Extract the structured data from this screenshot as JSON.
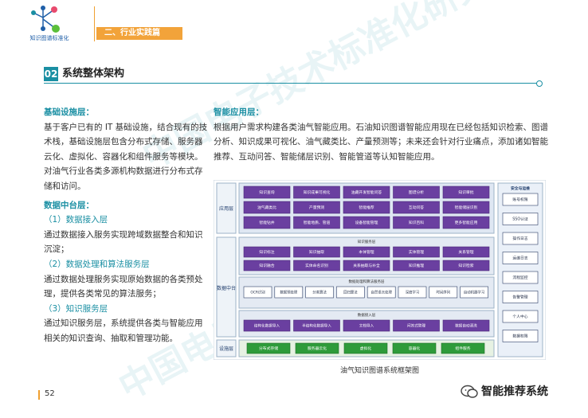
{
  "header": {
    "logo_text": "知识图谱标准化",
    "section_tag": "二、行业实践篇"
  },
  "heading": {
    "number": "02",
    "title": "系统整体架构"
  },
  "left": {
    "infra_title": "基础设施层：",
    "infra_text": "基于客户已有的 IT 基础设施，结合现有的技术栈，基础设施层包含分布式存储、服务器云化、虚拟化、容器化和组件服务等模块。对油气行业各类多源机构数据进行分布式存储和访问。",
    "mid_title": "数据中台层：",
    "step1": "（1）数据接入层",
    "step1_text": "通过数据接入服务实现跨域数据整合和知识沉淀；",
    "step2": "（2）数据处理和算法服务层",
    "step2_text": "通过数据处理服务实现原始数据的各类预处理，提供各类常见的算法服务；",
    "step3": "（3）知识服务层",
    "step3_text": "通过知识服务层，系统提供各类与智能应用相关的知识查询、抽取和管理功能。"
  },
  "right": {
    "app_title": "智能应用层：",
    "app_text": "根据用户需求构建各类油气智能应用。石油知识图谱智能应用现在已经包括知识检索、图谱分析、知识成果可视化、油气藏类比、产量预测等；未来还会针对行业痛点，添加诸如智能推荐、互动问答、智能储层识别、智能管道等认知智能应用。"
  },
  "diagram": {
    "label_app": "应用层",
    "label_mid": "数据中台",
    "label_infra": "设施层",
    "app_items": [
      "知识查询",
      "知识成果可视化",
      "油藏开发智能问答",
      "图谱分析",
      "知识审批",
      "油气藏类比",
      "产量预测",
      "智能推荐",
      "互动问答",
      "智能储层识别",
      "智能钻井",
      "智能地质、管道",
      "设备智能管理",
      "知识百科",
      "更多智能应用"
    ],
    "ks_title": "知识服务层",
    "ks_items": [
      "知识标注",
      "知识抽取",
      "本体管理",
      "实体管理",
      "关系管理",
      "知识融合",
      "实体命名识别",
      "关系抽取与补全",
      "知识推理",
      "知识检索"
    ],
    "dp_title": "数据处理和算法服务层",
    "dp_items": [
      "OCR识别",
      "数据预处理",
      "分类算法",
      "回归算法",
      "自然语言处理",
      "深度学习",
      "时间序列",
      "自动机器学习"
    ],
    "da_title": "数据接入层",
    "da_items": [
      "结构化数据导入",
      "半结构化数据导入",
      "文档导入",
      "问答式管理",
      "数据自动清洗"
    ],
    "infra_items": [
      "分布式存储",
      "服务器云化",
      "虚拟化",
      "容器化",
      "组件服务"
    ],
    "side_title": "安全与运维",
    "side_items": [
      "账号权限",
      "SSO认证",
      "操作日志",
      "运维日志",
      "流程监控",
      "告警管理",
      "个人中心",
      "数据权限"
    ]
  },
  "caption": "油气知识图谱系统框架图",
  "footer": {
    "page": "52",
    "wechat": "智能推荐系统"
  },
  "watermark": [
    "中国电子技术标准化研究院"
  ],
  "colors": {
    "accent_teal": "#1a8fa3",
    "accent_orange": "#f2a33a",
    "diagram_purple": "#6a3fa0",
    "diagram_green": "#2e9b3a"
  }
}
